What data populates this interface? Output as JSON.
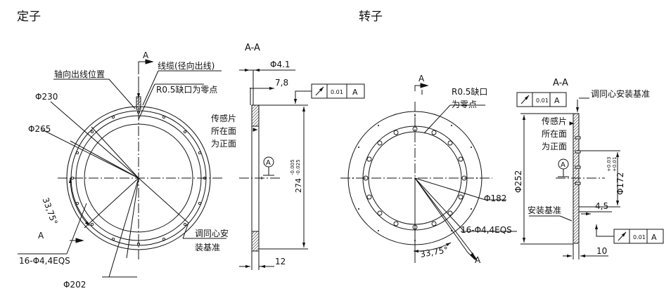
{
  "stator": {
    "title": "定子",
    "section_label": "A",
    "section_title": "A-A",
    "cable_note": "线缆(径向出线)",
    "axial_outlet": "轴向出线位置",
    "notch_zero": "R0.5缺口为零点",
    "d_inner": "Φ230",
    "d_outer": "Φ265",
    "d_bolt": "Φ202",
    "angle": "33,75°",
    "holes": "16-Φ4,4EQS",
    "centering_datum": [
      "调同心安",
      "装基准"
    ],
    "sensor_face": [
      "传感片",
      "所在面",
      "为正面"
    ],
    "dim_thin": "Φ4.1",
    "dim_7_8": "7,8",
    "dim_height": "274",
    "tol_upper": "-0.005",
    "tol_lower": "-0.025",
    "dim_width": "12",
    "fcf_tol": "0.01",
    "fcf_datum": "A",
    "datum": "A"
  },
  "rotor": {
    "title": "转子",
    "section_label": "A",
    "section_title": "A-A",
    "notch_zero": [
      "R0.5缺口",
      "为零点"
    ],
    "d_182": "Φ182",
    "holes": "16-Φ4,4EQS",
    "angle": "33,75°",
    "sensor_face": [
      "传感片",
      "所在面",
      "为正面"
    ],
    "centering_datum": "调同心安装基准",
    "install_datum": "安装基准",
    "d_252": "Φ252",
    "d_172": "Φ172",
    "tol_upper": "+0.03",
    "tol_lower": "+0.01",
    "dim_4_5": "4,5",
    "dim_10": "10",
    "fcf_tol": "0.01",
    "fcf_datum": "A",
    "datum": "A"
  }
}
